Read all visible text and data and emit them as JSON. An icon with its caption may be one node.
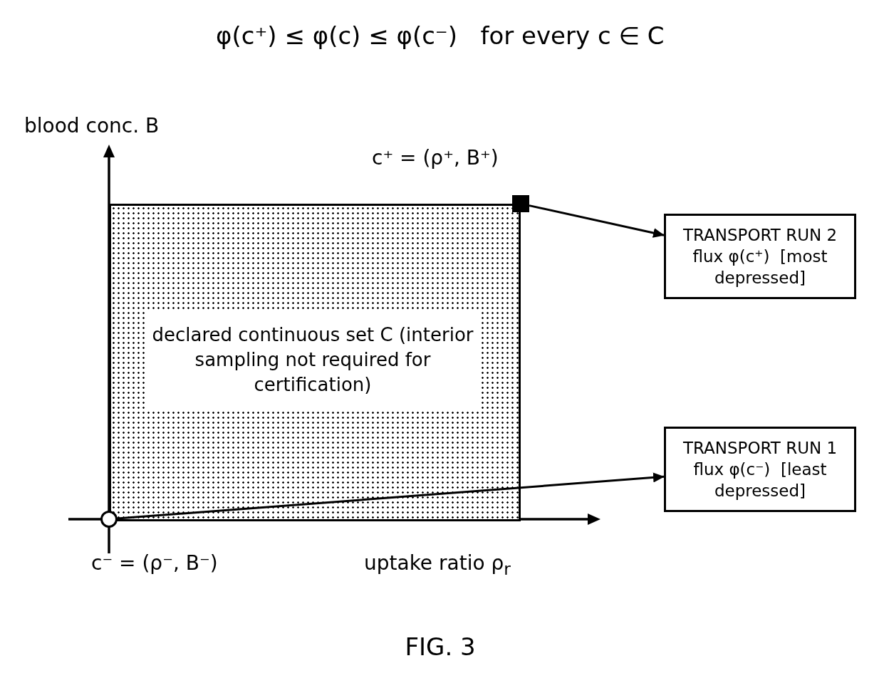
{
  "diagram": {
    "title": "φ(c⁺) ≤ φ(c) ≤ φ(c⁻)   for every c ∈ C",
    "caption": "FIG. 3",
    "nodes": [
      {
        "text": [
          "declared continuous set C (interior sampling not required for certification)"
        ]
      },
      {
        "text": [],
        "shape": "box",
        "beside": [
          "c⁺ = (ρ⁺, B⁺)"
        ]
      },
      {
        "text": [],
        "shape": "circle",
        "beside": [
          "c⁻ = (ρ⁻, B⁻)"
        ]
      },
      {
        "text": [
          "TRANSPORT RUN 2",
          "flux φ(c⁺)  [most depressed]"
        ]
      },
      {
        "text": [
          "TRANSPORT RUN 1",
          "flux φ(c⁻)  [least depressed]"
        ]
      }
    ],
    "edges": [
      {
        "from": 1,
        "to": 3,
        "arrow": "to"
      },
      {
        "from": 2,
        "to": 4,
        "arrow": "to"
      }
    ],
    "labels": [
      "blood conc. B",
      "uptake ratio ρ$_{r}$"
    ]
  }
}
